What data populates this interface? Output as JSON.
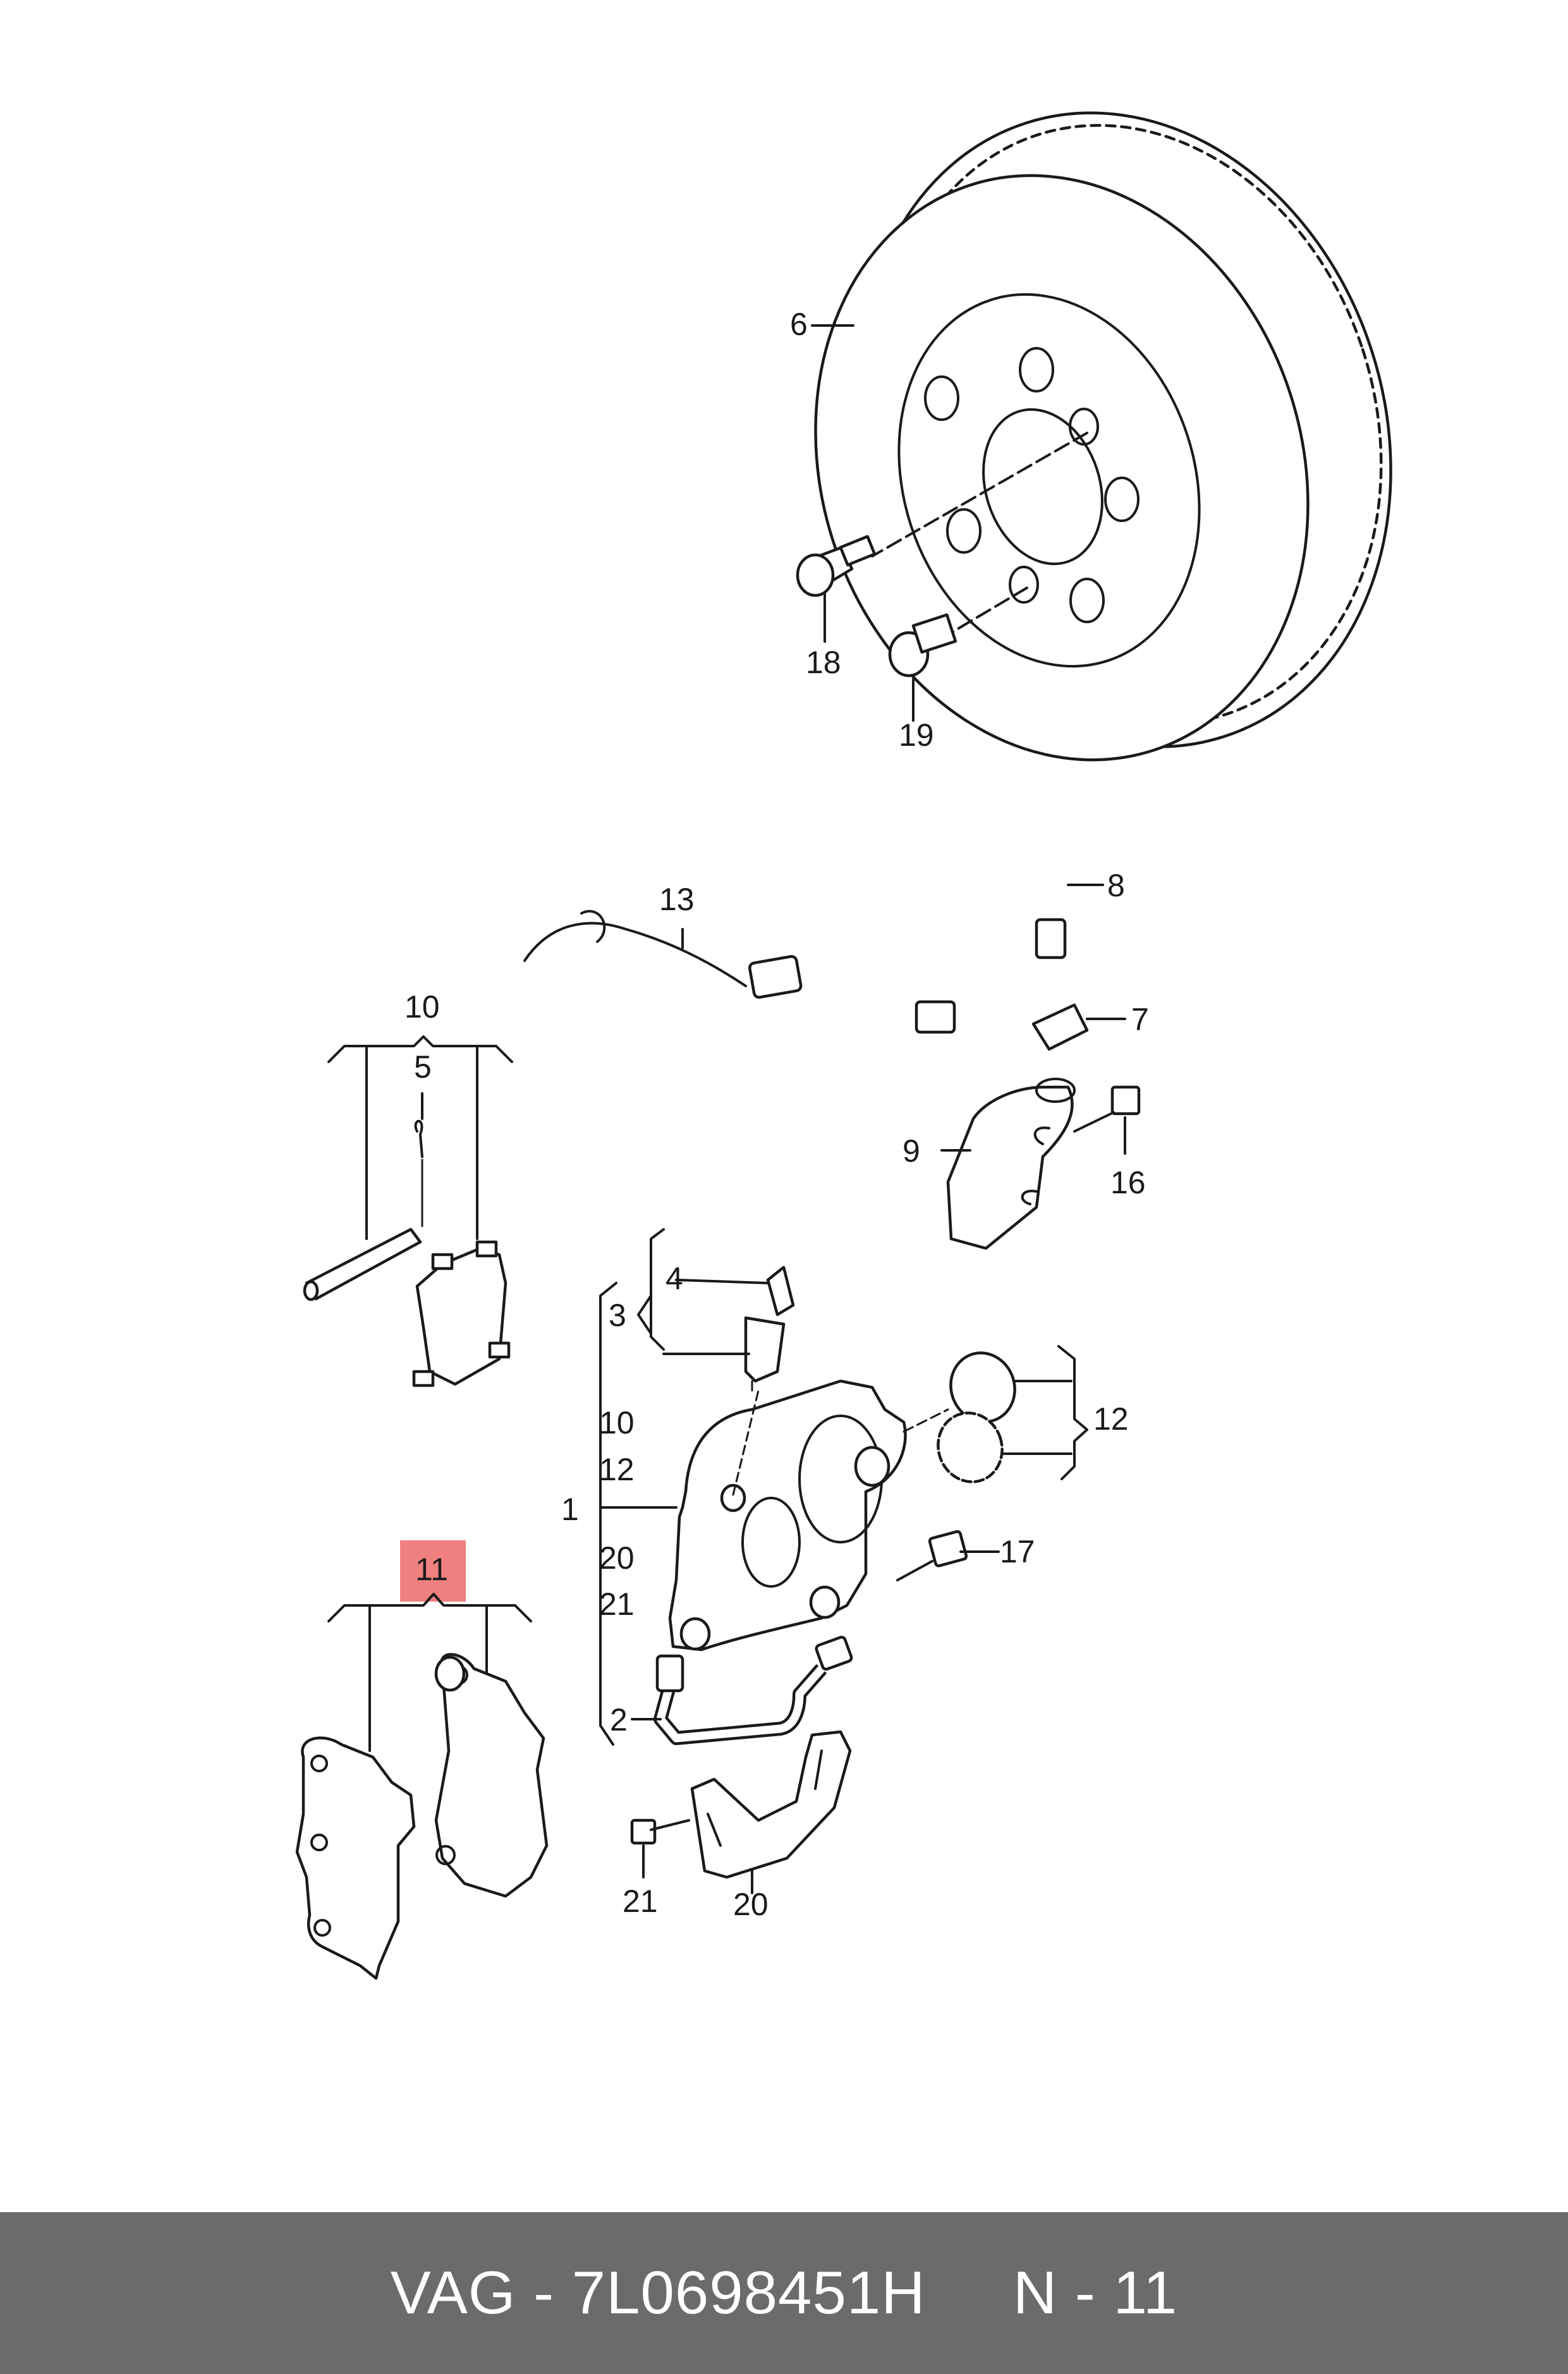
{
  "callouts": {
    "c1": "1",
    "c2": "2",
    "c3": "3",
    "c4": "4",
    "c5": "5",
    "c6": "6",
    "c7": "7",
    "c8": "8",
    "c9": "9",
    "c10": "10",
    "c10b": "10",
    "c11": "11",
    "c12": "12",
    "c12b": "12",
    "c13": "13",
    "c16": "16",
    "c17": "17",
    "c18": "18",
    "c19": "19",
    "c20": "20",
    "c20b": "20",
    "c21": "21",
    "c21b": "21"
  },
  "highlight_color": "#f08080",
  "footer": {
    "text": "VAG - 7L0698451H     N - 11",
    "background": "#6b6b6b",
    "color": "#ffffff"
  }
}
